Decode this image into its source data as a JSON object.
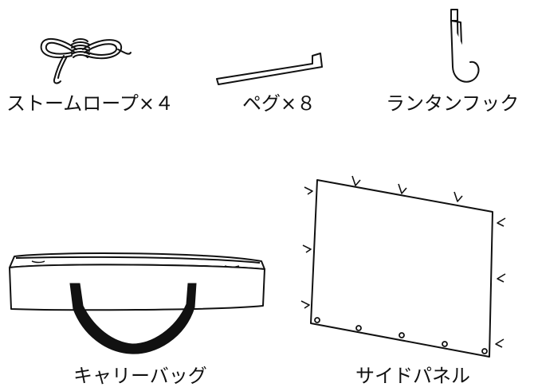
{
  "items": [
    {
      "label": "ストームロープ×４",
      "icon": "storm-rope-icon"
    },
    {
      "label": "ペグ×８",
      "icon": "peg-icon"
    },
    {
      "label": "ランタンフック",
      "icon": "lantern-hook-icon"
    },
    {
      "label": "キャリーバッグ",
      "icon": "carry-bag-icon"
    },
    {
      "label": "サイドパネル",
      "icon": "side-panel-icon"
    }
  ],
  "colors": {
    "line": "#111111",
    "background": "#ffffff"
  }
}
